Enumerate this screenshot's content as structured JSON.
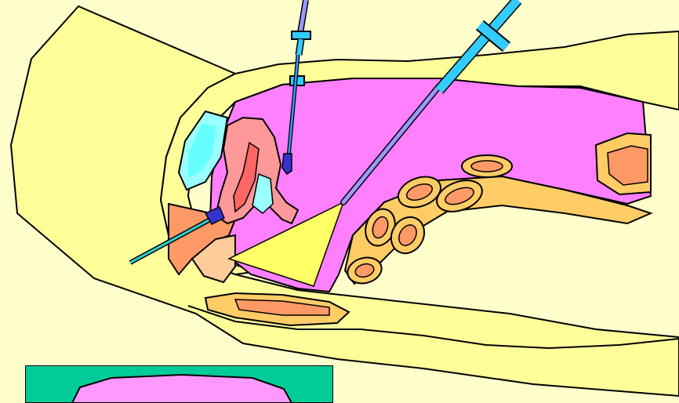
{
  "figure": {
    "caption": ""
  },
  "colors": {
    "background": "#ffffcc",
    "body_fat": "#ffff99",
    "cavity": "#ff80ff",
    "tissue": "#ff9999",
    "muscle": "#ff9966",
    "bowel_wall": "#ffcc66",
    "bowel_lumen": "#ff9966",
    "fluid": "#99ffff",
    "instrument": "#33ccff",
    "instrument_shaft": "#9999ff",
    "grasper_tip": "#3333cc",
    "light_field": "#ffff66",
    "inset_frame": "#00cc99",
    "outline": "#000000"
  },
  "components": [
    {
      "id": "body",
      "icon": "body-outline"
    },
    {
      "id": "cavity",
      "icon": "pink-cavity"
    },
    {
      "id": "uterus",
      "icon": "uterus-shape"
    },
    {
      "id": "bladder",
      "icon": "bladder-shape"
    },
    {
      "id": "bowel",
      "icon": "bowel-loops"
    },
    {
      "id": "laparoscope",
      "icon": "scope-instrument"
    },
    {
      "id": "grasper",
      "icon": "grasper-instrument"
    },
    {
      "id": "manipulator",
      "icon": "uterine-manipulator"
    },
    {
      "id": "inset",
      "icon": "camera-view-inset"
    }
  ]
}
